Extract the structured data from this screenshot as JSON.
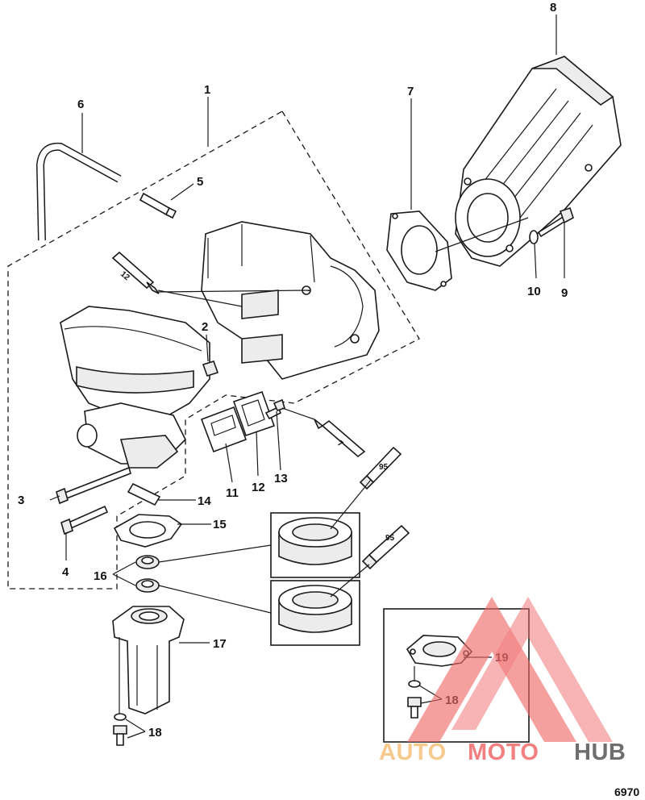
{
  "callouts": {
    "c1": "1",
    "c2": "2",
    "c3": "3",
    "c4": "4",
    "c5": "5",
    "c6": "6",
    "c7": "7",
    "c8": "8",
    "c9": "9",
    "c10": "10",
    "c11": "11",
    "c12": "12",
    "c13": "13",
    "c14": "14",
    "c15": "15",
    "c16": "16",
    "c17": "17",
    "c18a": "18",
    "c18b": "18",
    "c19": "19"
  },
  "tubes": {
    "t12": "12",
    "t7": "7",
    "t95a": "95",
    "t95b": "95"
  },
  "watermark": {
    "part1": "AUTO",
    "part2": "MOTO",
    "part3": "HUB",
    "color_main": "#f06a6a",
    "color_alt": "#f5c07a",
    "color_dark": "#555555"
  },
  "figure_number": "6970"
}
